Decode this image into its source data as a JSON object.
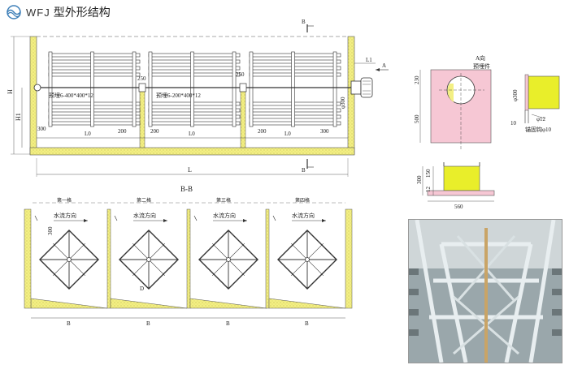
{
  "header": {
    "logo_text": "WFJ",
    "title": "型外形结构"
  },
  "top_view": {
    "section_mark": "B",
    "view_mark": "A",
    "labels": {
      "H": "H",
      "H1": "H1",
      "L": "L",
      "L0": "L0",
      "L1": "L1",
      "d200": "200",
      "d250": "250",
      "d300": "300",
      "phi300": "φ300",
      "embed_a": "预埋6-400*400*12",
      "embed_b": "预埋6-200*400*12"
    }
  },
  "detail": {
    "view_title": "A向",
    "embed_label": "预埋件",
    "dims": {
      "d230": "230",
      "d500": "500",
      "d300": "300",
      "d150": "150",
      "d12": "12",
      "d10": "10",
      "d560": "560",
      "phi300": "φ300",
      "phi12": "φ12"
    },
    "anchor_label": "锚固钩φ10"
  },
  "section": {
    "title": "B-B",
    "cells": [
      {
        "label": "第一格",
        "flow": "水流方向"
      },
      {
        "label": "第二格",
        "flow": "水流方向"
      },
      {
        "label": "第三格",
        "flow": "水流方向"
      },
      {
        "label": "第四格",
        "flow": "水流方向"
      }
    ],
    "dim_B": "B",
    "dim_D": "D",
    "dim_300": "300"
  },
  "colors": {
    "concrete": "#f3ef83",
    "embed_plate": "#f6c7d4",
    "line": "#333333"
  }
}
